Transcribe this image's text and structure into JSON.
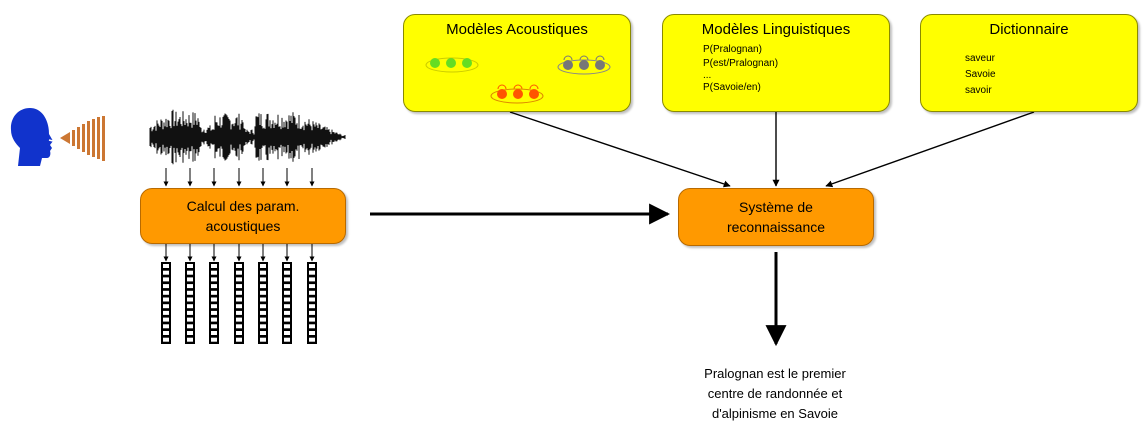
{
  "colors": {
    "model_box": "#ffff00",
    "process_box": "#ff9900",
    "green_states": "#66dd22",
    "orange_states": "#ff5500",
    "gray_states": "#777777",
    "speaker": "#1133cc",
    "sound_waves": "#cc7733"
  },
  "icons": [
    "speaker-head-icon",
    "sound-waves-icon",
    "waveform-icon",
    "feature-vector-icon"
  ],
  "acoustic_models": {
    "title": "Modèles Acoustiques"
  },
  "language_models": {
    "title": "Modèles Linguistiques",
    "lines": [
      "P(Pralognan)",
      "P(est/Pralognan)",
      "...",
      "P(Savoie/en)"
    ]
  },
  "dictionary": {
    "title": "Dictionnaire",
    "lines": [
      "saveur",
      "Savoie",
      "savoir"
    ]
  },
  "feature_extraction": {
    "lines": [
      "Calcul des param.",
      "acoustiques"
    ]
  },
  "recognizer": {
    "lines": [
      "Système de",
      "reconnaissance"
    ]
  },
  "output_text": {
    "lines": [
      "Pralognan est le premier",
      "centre de randonnée et",
      "d'alpinisme en Savoie"
    ]
  }
}
